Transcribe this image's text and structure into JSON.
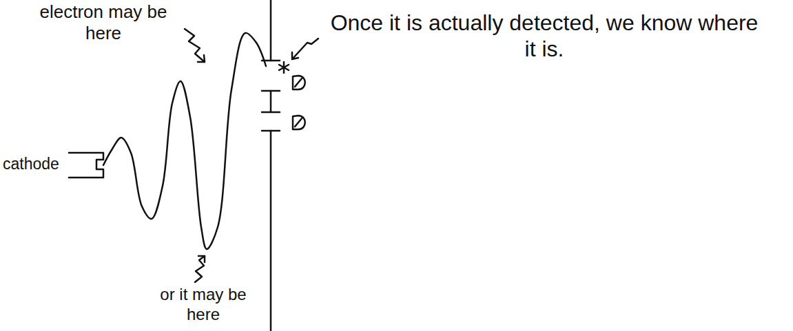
{
  "diagram": {
    "labels": [
      "electron may be here",
      "or it may be here",
      "Once it is actually detected, we know where it is.",
      "cathode"
    ]
  }
}
